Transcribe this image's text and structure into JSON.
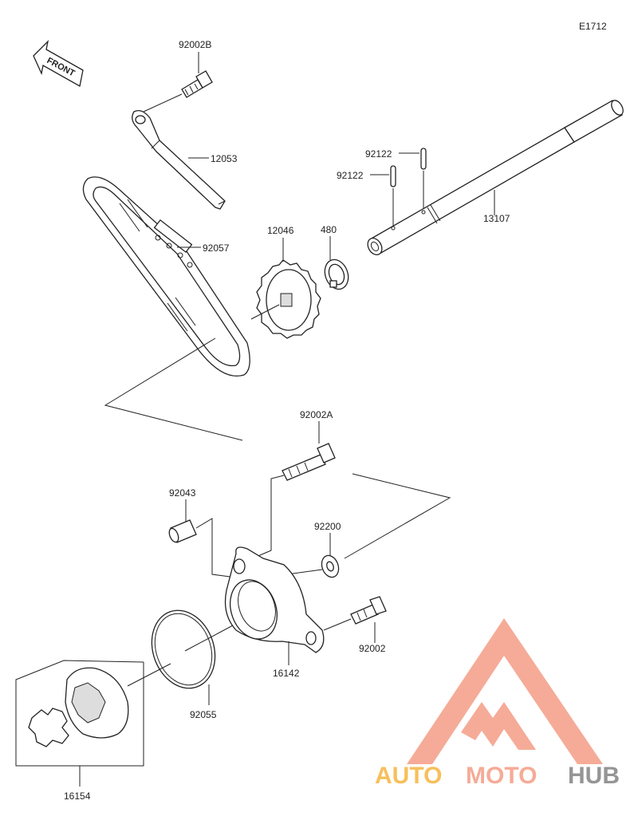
{
  "diagram_code": "E1712",
  "front_arrow_text": "FRONT",
  "parts": [
    {
      "id": "p-92002B",
      "label": "92002B"
    },
    {
      "id": "p-12053",
      "label": "12053"
    },
    {
      "id": "p-92057",
      "label": "92057"
    },
    {
      "id": "p-12046",
      "label": "12046"
    },
    {
      "id": "p-480",
      "label": "480"
    },
    {
      "id": "p-92122a",
      "label": "92122"
    },
    {
      "id": "p-92122b",
      "label": "92122"
    },
    {
      "id": "p-13107",
      "label": "13107"
    },
    {
      "id": "p-92002A",
      "label": "92002A"
    },
    {
      "id": "p-92043",
      "label": "92043"
    },
    {
      "id": "p-92200",
      "label": "92200"
    },
    {
      "id": "p-92002",
      "label": "92002"
    },
    {
      "id": "p-16142",
      "label": "16142"
    },
    {
      "id": "p-92055",
      "label": "92055"
    },
    {
      "id": "p-16154",
      "label": "16154"
    }
  ],
  "watermark": {
    "text_auto": "AUTO",
    "text_moto": "MOTO",
    "text_hub": "HUB",
    "color_primary": "#f4a28c",
    "color_secondary": "#f7b94a",
    "color_hub": "#8a8a8a"
  }
}
